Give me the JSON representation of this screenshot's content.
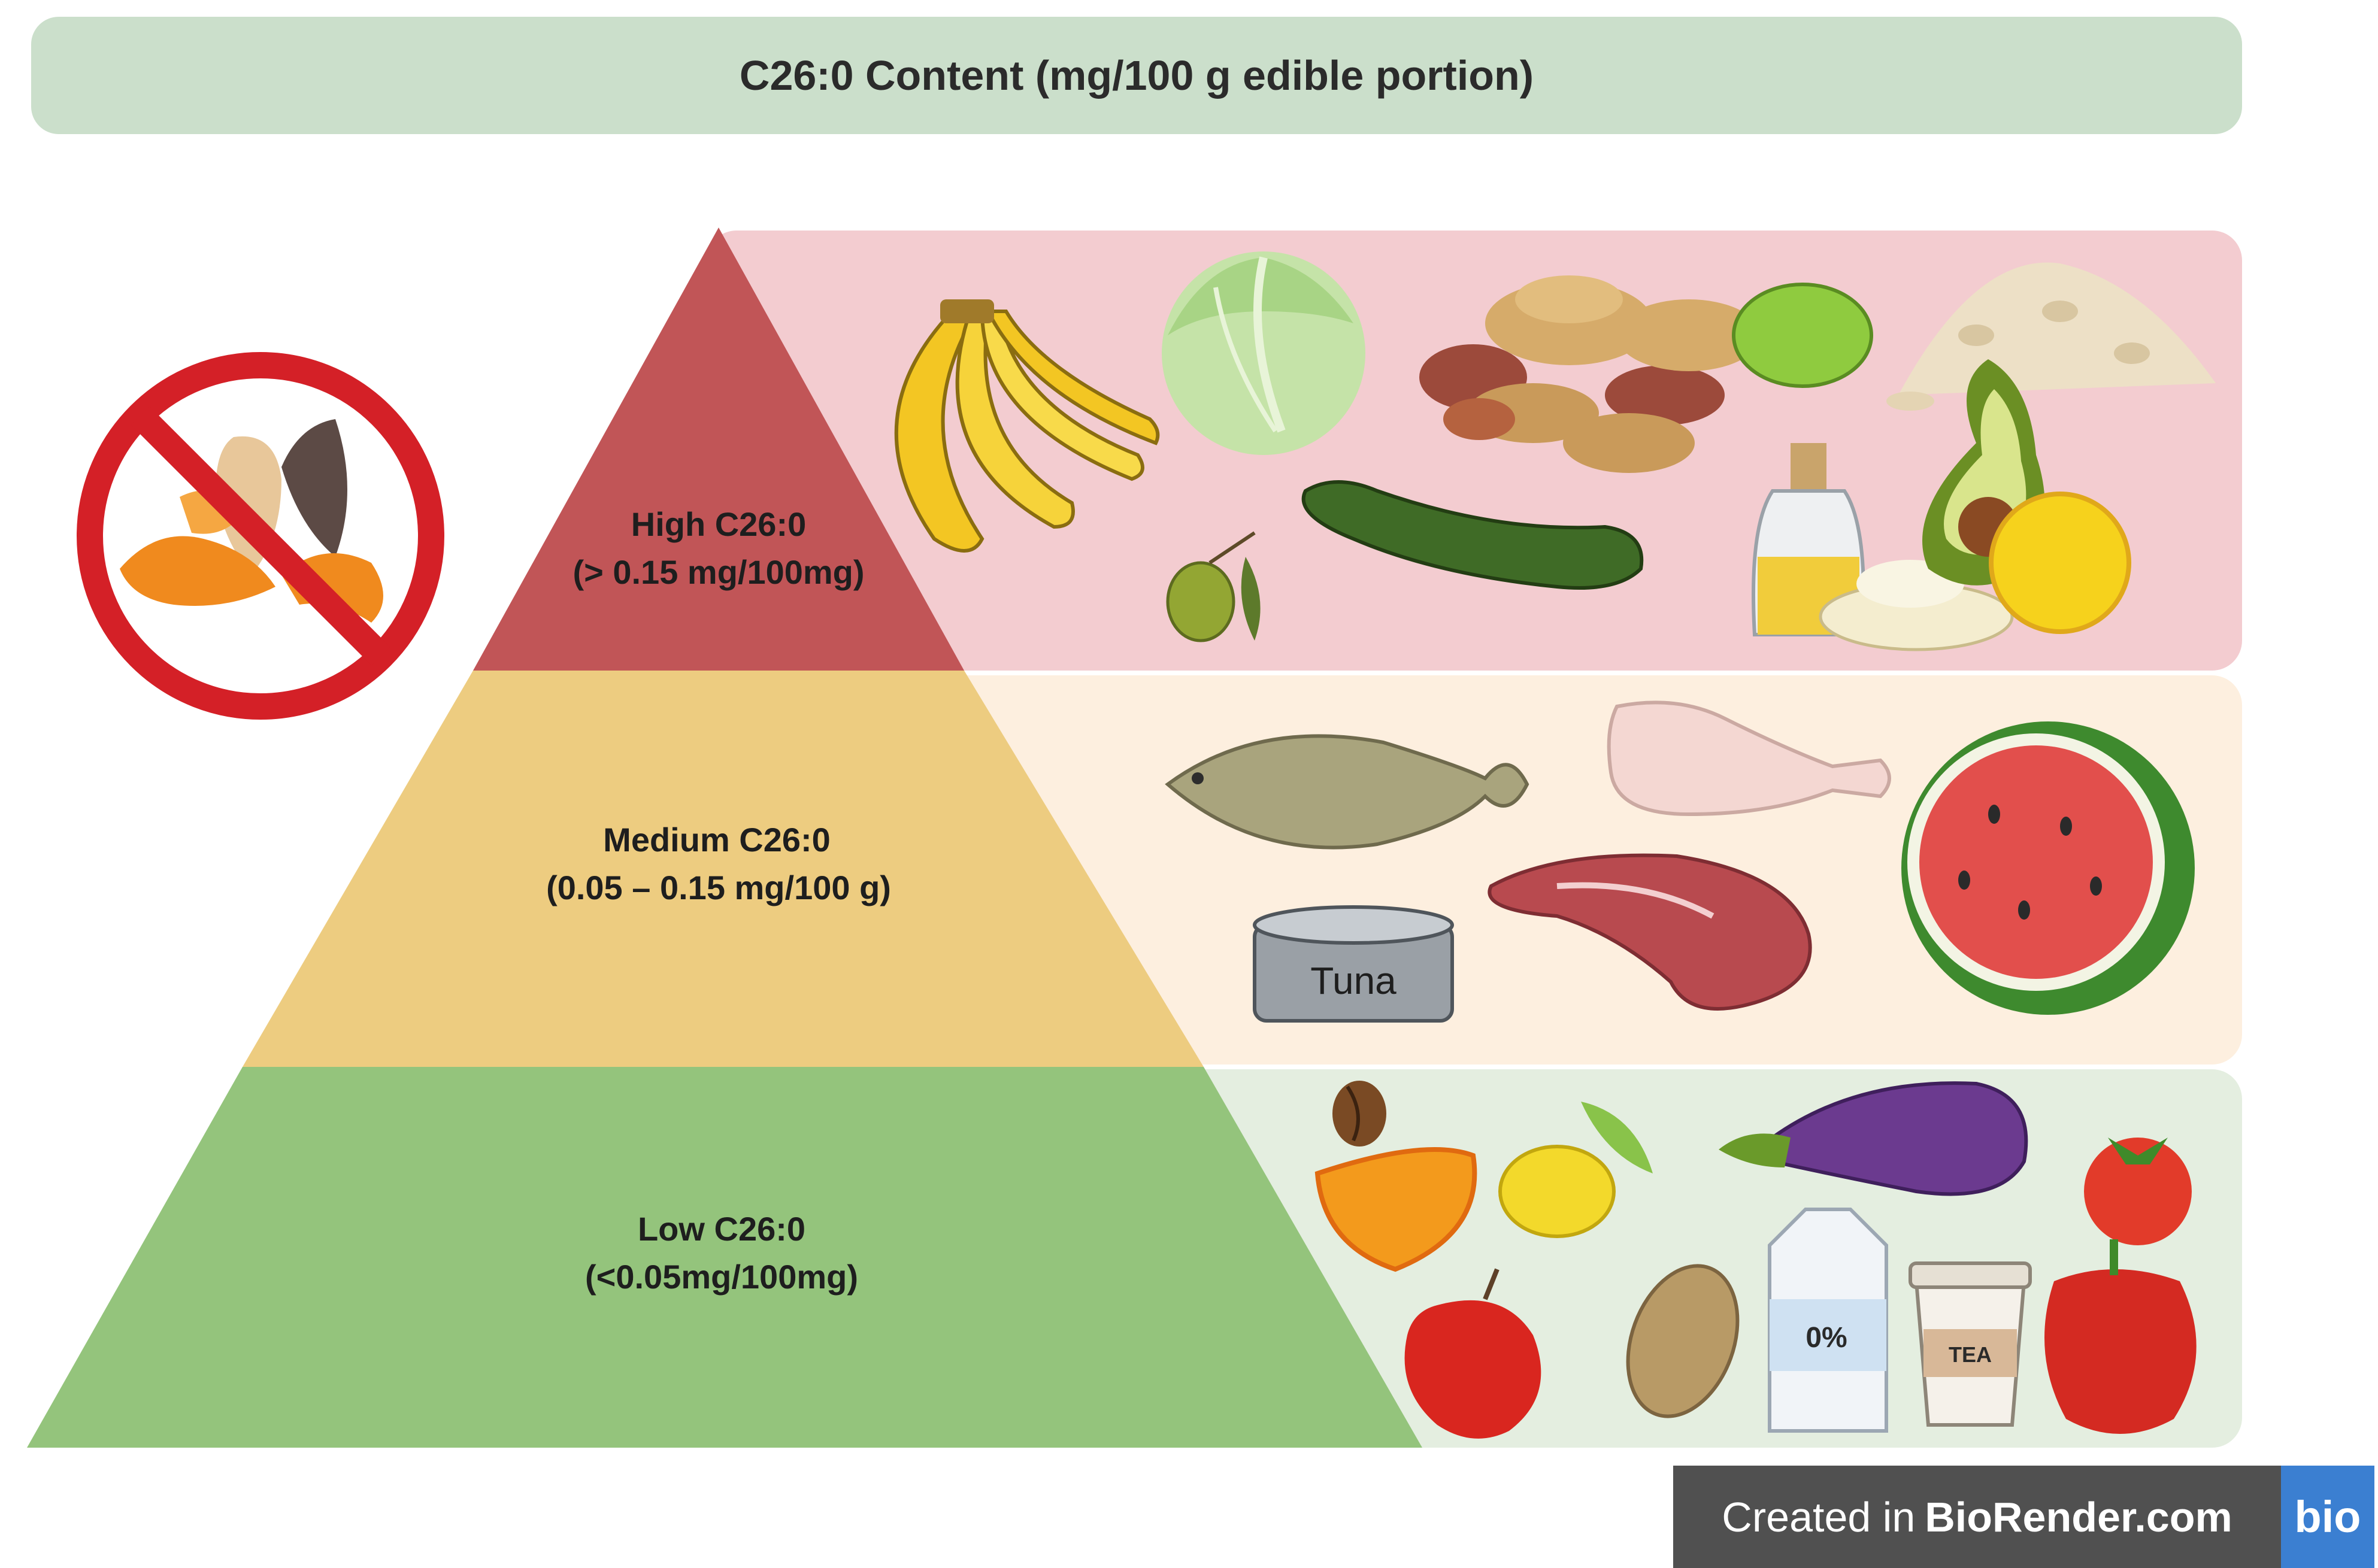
{
  "header": {
    "title": "C26:0 Content (mg/100 g edible portion)"
  },
  "tiers": [
    {
      "level": "high",
      "name": "High C26:0",
      "range": "(> 0.15 mg/100mg)",
      "color": "#c15557",
      "panel_color": "#f3ccd0"
    },
    {
      "level": "medium",
      "name": "Medium C26:0",
      "range": "(0.05 – 0.15 mg/100 g)",
      "color": "#edcc80",
      "panel_color": "#fdefdf"
    },
    {
      "level": "low",
      "name": "Low C26:0",
      "range": "(<0.05mg/100mg)",
      "color": "#94c47c",
      "panel_color": "#e4eee0"
    }
  ],
  "labels": {
    "tuna": "Tuna",
    "milk": "0%",
    "tea": "TEA"
  },
  "footer": {
    "prefix": "Created in",
    "brand": "BioRender.com",
    "logo": "bio"
  },
  "icons": {
    "prohibited": "prohibited-nuts-seeds-citrus-peel-icon",
    "high": [
      "banana-icon",
      "cabbage-icon",
      "peanuts-icon",
      "lima-bean-icon",
      "oats-icon",
      "olive-icon",
      "zucchini-icon",
      "oil-bottle-icon",
      "mayonnaise-icon",
      "avocado-icon",
      "melon-icon"
    ],
    "medium": [
      "flounder-fish-icon",
      "chicken-leg-icon",
      "watermelon-icon",
      "beef-steak-icon",
      "tuna-can-icon"
    ],
    "low": [
      "coffee-bean-icon",
      "orange-slice-icon",
      "lemon-icon",
      "eggplant-icon",
      "tomato-icon",
      "apple-icon",
      "potato-icon",
      "milk-carton-icon",
      "tea-cup-icon",
      "red-pepper-icon"
    ]
  }
}
